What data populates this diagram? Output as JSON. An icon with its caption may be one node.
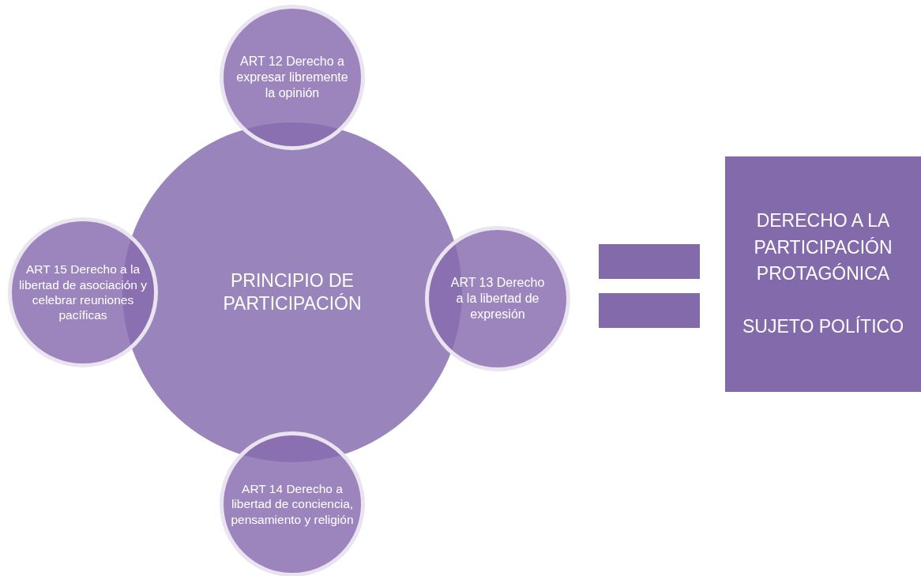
{
  "diagram": {
    "nodes": [
      {
        "text": [
          "ART 12 Derecho a expresar libremente la opinión"
        ]
      },
      {
        "text": [
          "ART 15 Derecho a la libertad de asociación y celebrar reuniones pacíficas"
        ]
      },
      {
        "text": [
          "PRINCIPIO DE PARTICIPACIÓN"
        ]
      },
      {
        "text": [
          "ART 13 Derecho a la libertad de expresión"
        ]
      },
      {
        "text": [
          "ART 14 Derecho a libertad de conciencia, pensamiento y religión"
        ]
      },
      {
        "text": [
          "DERECHO A LA PARTICIPACIÓN PROTAGÓNICA",
          "SUJETO POLÍTICO"
        ]
      }
    ]
  }
}
